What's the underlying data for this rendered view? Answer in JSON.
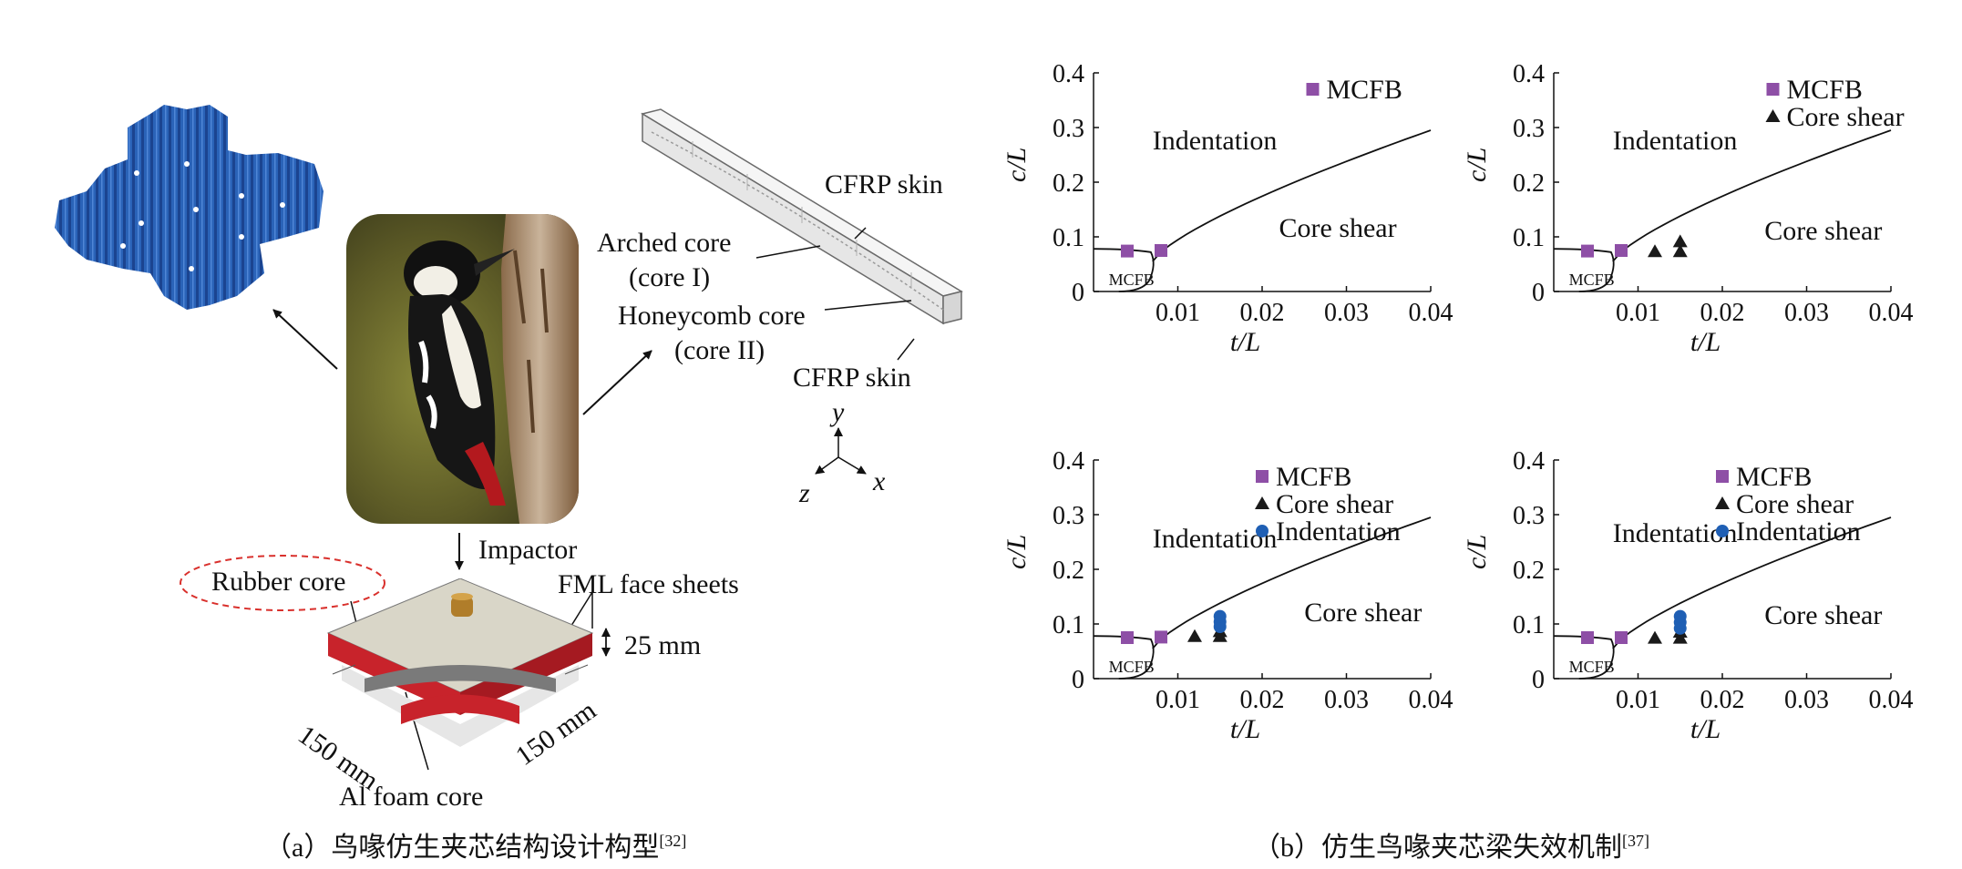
{
  "left_panel": {
    "core_labels": {
      "cfrp_skin_top": "CFRP skin",
      "arched_core_1": "Arched core",
      "arched_core_2": "(core I)",
      "honeycomb_core_1": "Honeycomb core",
      "honeycomb_core_2": "(core II)",
      "cfrp_skin_bottom": "CFRP skin"
    },
    "axes": {
      "y": "y",
      "z": "z",
      "x": "x"
    },
    "impact": {
      "impactor": "Impactor",
      "rubber_core": "Rubber core",
      "fml_face_sheets": "FML face sheets",
      "thickness": "25 mm",
      "width_left": "150 mm",
      "width_right": "150 mm",
      "al_foam_core": "Al foam core"
    },
    "caption": {
      "text": "（a）鸟喙仿生夹芯结构设计构型",
      "ref": "[32]"
    }
  },
  "right_panel": {
    "caption": {
      "text": "（b）仿生鸟喙夹芯梁失效机制",
      "ref": "[37]"
    }
  },
  "colors": {
    "mcfb": "#8e4fa6",
    "core_shear": "#1a1a1a",
    "indentation": "#1f5fb4",
    "rubber_outline": "#d9302c",
    "foam_red": "#c8232b"
  },
  "chart_data": [
    {
      "type": "scatter",
      "xlabel": "t/L",
      "ylabel": "c/L",
      "xlim": [
        0,
        0.04
      ],
      "ylim": [
        0,
        0.4
      ],
      "xticks": [
        "0.01",
        "0.02",
        "0.03",
        "0.04"
      ],
      "yticks": [
        "0",
        "0.1",
        "0.2",
        "0.3",
        "0.4"
      ],
      "region_labels": {
        "indentation": "Indentation",
        "core_shear": "Core shear",
        "mcfb": "MCFB"
      },
      "legend": [
        "MCFB"
      ],
      "series": [
        {
          "name": "MCFB",
          "marker": "square",
          "points": [
            [
              0.004,
              0.074
            ],
            [
              0.008,
              0.075
            ]
          ]
        }
      ]
    },
    {
      "type": "scatter",
      "xlabel": "t/L",
      "ylabel": "c/L",
      "xlim": [
        0,
        0.04
      ],
      "ylim": [
        0,
        0.4
      ],
      "xticks": [
        "0.01",
        "0.02",
        "0.03",
        "0.04"
      ],
      "yticks": [
        "0",
        "0.1",
        "0.2",
        "0.3",
        "0.4"
      ],
      "region_labels": {
        "indentation": "Indentation",
        "core_shear": "Core shear",
        "mcfb": "MCFB"
      },
      "legend": [
        "MCFB",
        "Core shear"
      ],
      "series": [
        {
          "name": "MCFB",
          "marker": "square",
          "points": [
            [
              0.004,
              0.074
            ],
            [
              0.008,
              0.075
            ]
          ]
        },
        {
          "name": "Core shear",
          "marker": "triangle",
          "points": [
            [
              0.012,
              0.073
            ],
            [
              0.015,
              0.073
            ],
            [
              0.015,
              0.091
            ]
          ]
        }
      ]
    },
    {
      "type": "scatter",
      "xlabel": "t/L",
      "ylabel": "c/L",
      "xlim": [
        0,
        0.04
      ],
      "ylim": [
        0,
        0.4
      ],
      "xticks": [
        "0.01",
        "0.02",
        "0.03",
        "0.04"
      ],
      "yticks": [
        "0",
        "0.1",
        "0.2",
        "0.3",
        "0.4"
      ],
      "region_labels": {
        "indentation": "Indentation",
        "core_shear": "Core shear",
        "mcfb": "MCFB"
      },
      "legend": [
        "MCFB",
        "Core shear",
        "Indentation"
      ],
      "series": [
        {
          "name": "MCFB",
          "marker": "square",
          "points": [
            [
              0.004,
              0.075
            ],
            [
              0.008,
              0.076
            ]
          ]
        },
        {
          "name": "Core shear",
          "marker": "triangle",
          "points": [
            [
              0.012,
              0.077
            ],
            [
              0.015,
              0.077
            ],
            [
              0.015,
              0.086
            ]
          ]
        },
        {
          "name": "Indentation",
          "marker": "circle",
          "points": [
            [
              0.015,
              0.095
            ],
            [
              0.015,
              0.104
            ],
            [
              0.015,
              0.114
            ]
          ]
        }
      ]
    },
    {
      "type": "scatter",
      "xlabel": "t/L",
      "ylabel": "c/L",
      "xlim": [
        0,
        0.04
      ],
      "ylim": [
        0,
        0.4
      ],
      "xticks": [
        "0.01",
        "0.02",
        "0.03",
        "0.04"
      ],
      "yticks": [
        "0",
        "0.1",
        "0.2",
        "0.3",
        "0.4"
      ],
      "region_labels": {
        "indentation": "Indentation",
        "core_shear": "Core shear",
        "mcfb": "MCFB"
      },
      "legend": [
        "MCFB",
        "Core shear",
        "Indentation"
      ],
      "series": [
        {
          "name": "MCFB",
          "marker": "square",
          "points": [
            [
              0.004,
              0.075
            ],
            [
              0.008,
              0.075
            ]
          ]
        },
        {
          "name": "Core shear",
          "marker": "triangle",
          "points": [
            [
              0.012,
              0.074
            ],
            [
              0.015,
              0.074
            ],
            [
              0.015,
              0.085
            ]
          ]
        },
        {
          "name": "Indentation",
          "marker": "circle",
          "points": [
            [
              0.015,
              0.092
            ],
            [
              0.015,
              0.103
            ],
            [
              0.015,
              0.114
            ]
          ]
        }
      ]
    }
  ]
}
